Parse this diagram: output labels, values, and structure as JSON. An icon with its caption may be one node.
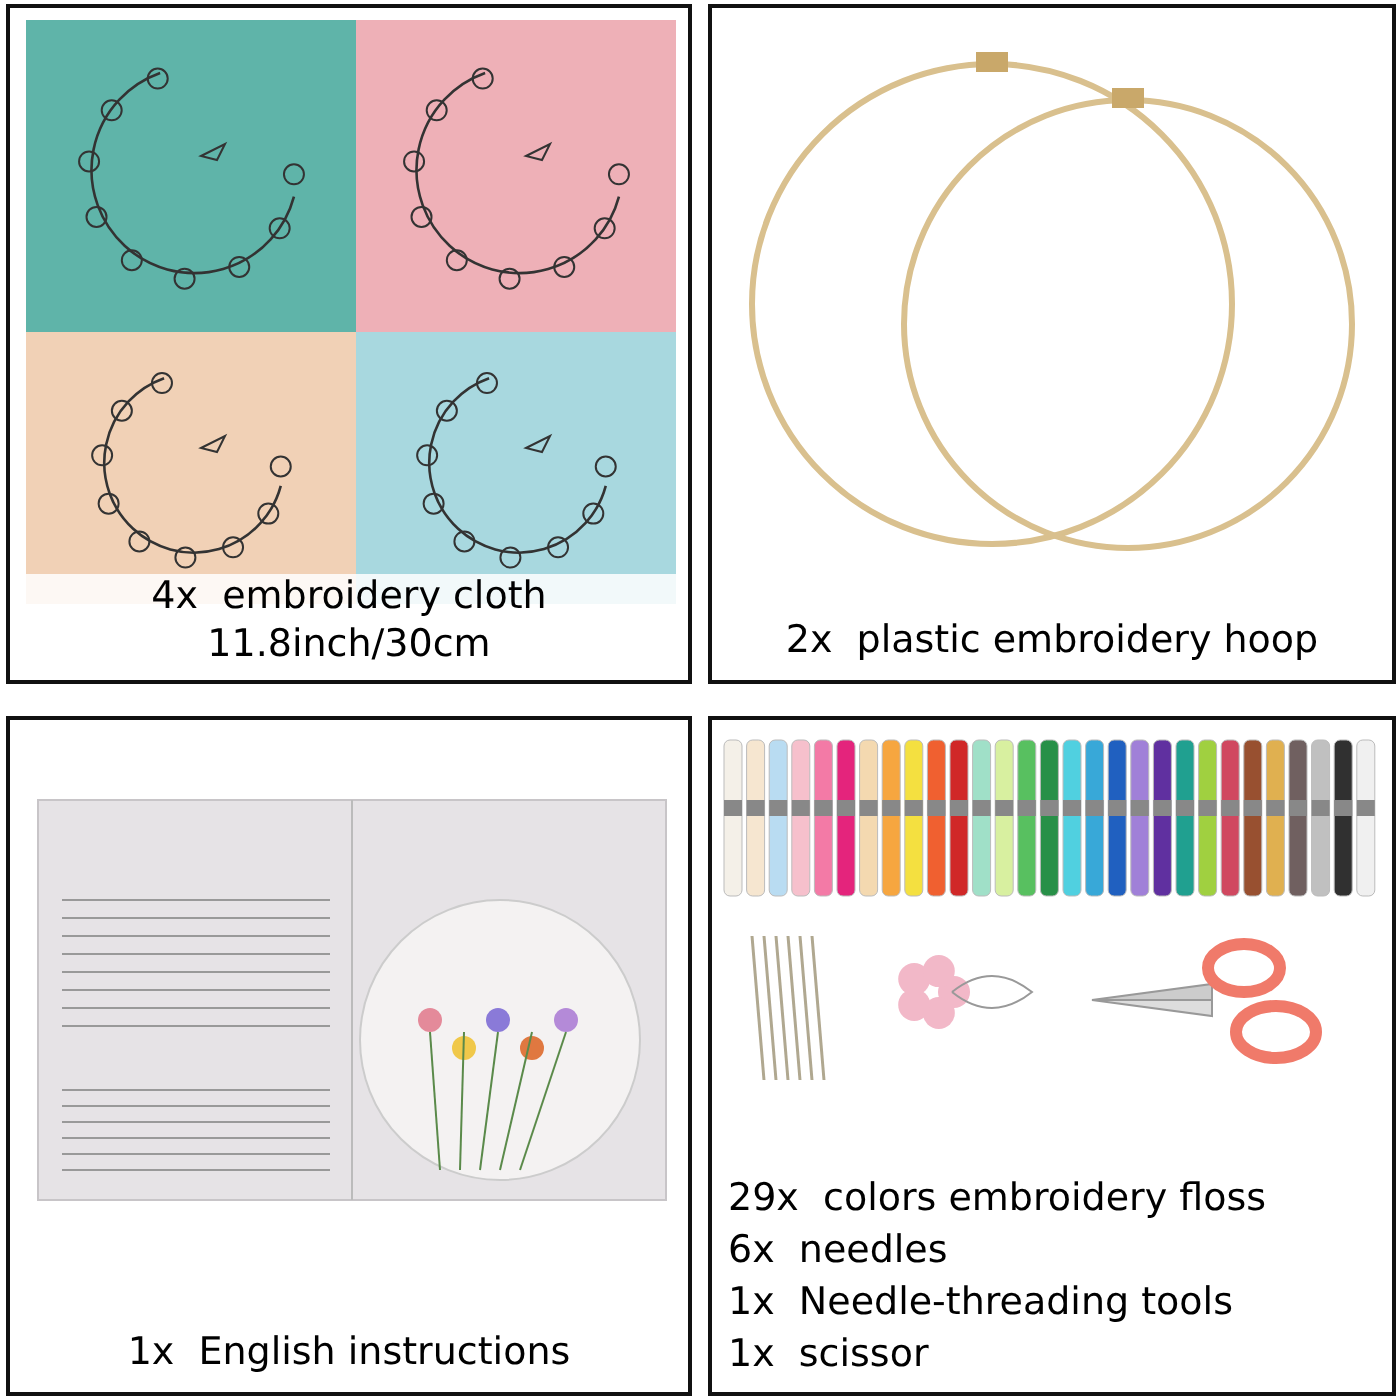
{
  "diagram": {
    "nodes": [
      {
        "text": [
          "4x  embroidery cloth 11.8inch/30cm"
        ]
      },
      {
        "text": [
          "2x  plastic embroidery hoop"
        ]
      },
      {
        "text": [
          "1x  English instructions"
        ]
      },
      {
        "text": [
          "29x  colors embroidery floss",
          "6x  needles",
          "1x  Needle-threading tools",
          "1x  scissor"
        ]
      }
    ]
  }
}
